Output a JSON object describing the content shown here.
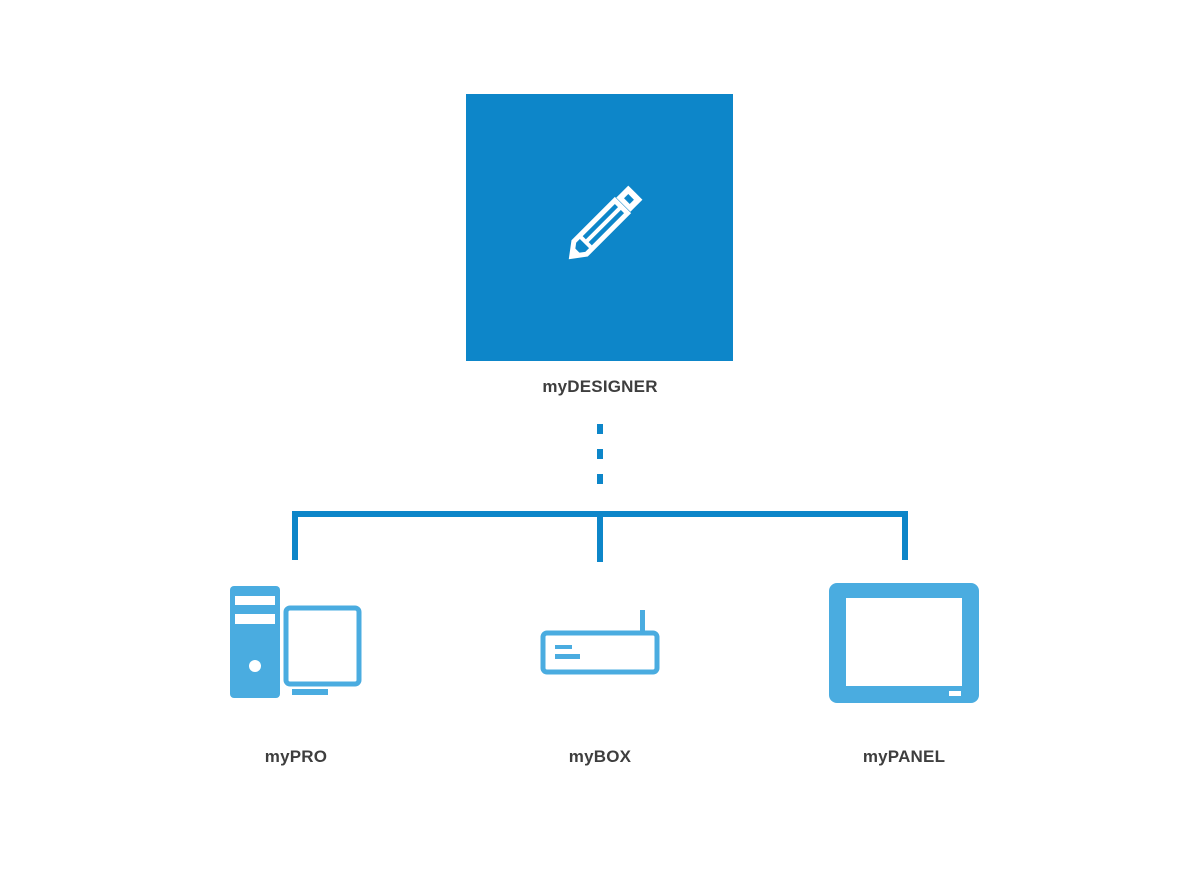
{
  "nodes": {
    "designer": {
      "label": "myDESIGNER",
      "icon": "pencil-icon"
    },
    "pro": {
      "label": "myPRO",
      "icon": "desktop-computer-icon"
    },
    "box": {
      "label": "myBOX",
      "icon": "router-device-icon"
    },
    "panel": {
      "label": "myPANEL",
      "icon": "touch-panel-icon"
    }
  },
  "colors": {
    "primary": "#0d86c9",
    "device": "#4aace0",
    "label": "#3e3e3e"
  },
  "connections": [
    {
      "from": "designer",
      "to": "pro",
      "style": "dashed-then-solid"
    },
    {
      "from": "designer",
      "to": "box",
      "style": "dashed-then-solid"
    },
    {
      "from": "designer",
      "to": "panel",
      "style": "dashed-then-solid"
    }
  ]
}
